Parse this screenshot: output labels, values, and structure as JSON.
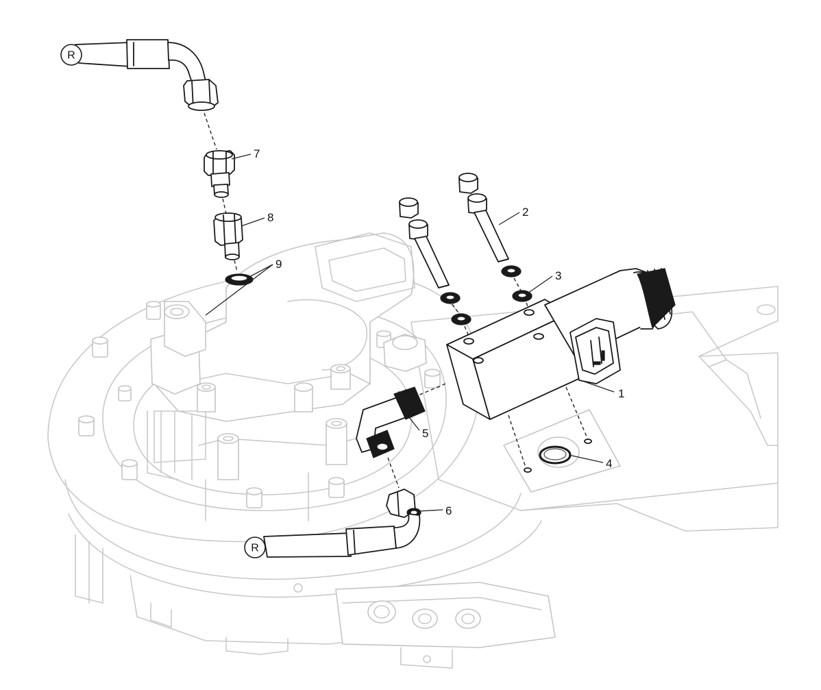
{
  "callouts": {
    "c1": "1",
    "c2": "2",
    "c3": "3",
    "c4": "4",
    "c5": "5",
    "c6": "6",
    "c7": "7",
    "c8": "8",
    "c9": "9"
  },
  "references": {
    "top_hose": "R",
    "bottom_hose": "R"
  },
  "colors": {
    "ink": "#1a1a1a",
    "background_assembly": "#c9c9c9"
  }
}
